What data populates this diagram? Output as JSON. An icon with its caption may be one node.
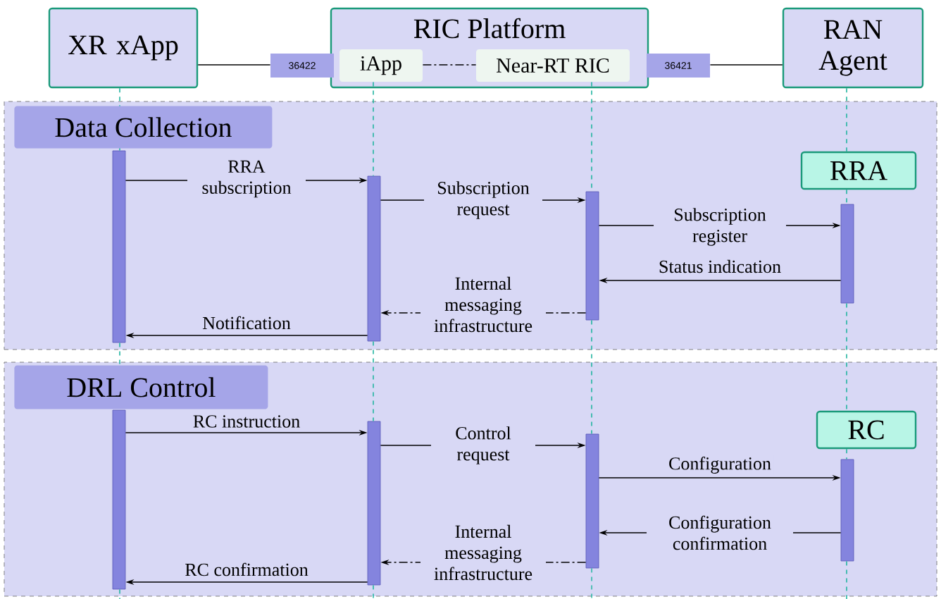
{
  "diagram": {
    "nodes": [
      {
        "text": [
          "XR xApp"
        ]
      },
      {
        "text": [
          "RIC Platform"
        ]
      },
      {
        "text": [
          "36422"
        ]
      },
      {
        "text": [
          "iApp"
        ],
        "in": 1
      },
      {
        "text": [
          "Near-RT RIC"
        ],
        "in": 1
      },
      {
        "text": [
          "36421"
        ]
      },
      {
        "text": [
          "RAN Agent"
        ]
      },
      {
        "text": [
          "Data Collection"
        ]
      },
      {
        "text": [
          "RRA"
        ],
        "in": 7
      },
      {
        "text": [],
        "shape": "bar",
        "in": 7
      },
      {
        "text": [],
        "shape": "bar",
        "in": 7
      },
      {
        "text": [],
        "shape": "bar",
        "in": 7
      },
      {
        "text": [],
        "shape": "bar",
        "in": 7
      },
      {
        "text": [
          "DRL Control"
        ]
      },
      {
        "text": [
          "RC"
        ],
        "in": 13
      },
      {
        "text": [],
        "shape": "bar",
        "in": 13
      },
      {
        "text": [],
        "shape": "bar",
        "in": 13
      },
      {
        "text": [],
        "shape": "bar",
        "in": 13
      },
      {
        "text": [],
        "shape": "bar",
        "in": 13
      }
    ],
    "edges": [
      {
        "from": 0,
        "to": 2,
        "arrow": "none"
      },
      {
        "from": 3,
        "to": 4,
        "arrow": "none",
        "style": "dashed"
      },
      {
        "from": 5,
        "to": 6,
        "arrow": "none"
      },
      {
        "from": 9,
        "to": 10,
        "arrow": "to",
        "label": "RRA subscription"
      },
      {
        "from": 10,
        "to": 11,
        "arrow": "to",
        "label": "Subscription request"
      },
      {
        "from": 11,
        "to": 12,
        "arrow": "to",
        "label": "Subscription register"
      },
      {
        "from": 12,
        "to": 11,
        "arrow": "to",
        "label": "Status indication"
      },
      {
        "from": 11,
        "to": 10,
        "arrow": "to",
        "label": "Internal messaging infrastructure",
        "style": "dashed"
      },
      {
        "from": 10,
        "to": 9,
        "arrow": "to",
        "label": "Notification"
      },
      {
        "from": 15,
        "to": 16,
        "arrow": "to",
        "label": "RC instruction"
      },
      {
        "from": 16,
        "to": 17,
        "arrow": "to",
        "label": "Control request"
      },
      {
        "from": 17,
        "to": 18,
        "arrow": "to",
        "label": "Configuration"
      },
      {
        "from": 18,
        "to": 17,
        "arrow": "to",
        "label": "Configuration confirmation"
      },
      {
        "from": 17,
        "to": 16,
        "arrow": "to",
        "label": "Internal messaging infrastructure",
        "style": "dashed"
      },
      {
        "from": 16,
        "to": 15,
        "arrow": "to",
        "label": "RC confirmation"
      },
      {
        "from": 0,
        "to": 9,
        "arrow": "none",
        "style": "dashed",
        "color": "#22b5a0"
      },
      {
        "from": 9,
        "to": 15,
        "arrow": "none",
        "style": "dashed",
        "color": "#22b5a0"
      },
      {
        "from": 15,
        "to": null,
        "arrow": "none",
        "style": "dashed",
        "color": "#22b5a0"
      },
      {
        "from": 3,
        "to": 10,
        "arrow": "none",
        "style": "dashed",
        "color": "#22b5a0"
      },
      {
        "from": 10,
        "to": 16,
        "arrow": "none",
        "style": "dashed",
        "color": "#22b5a0"
      },
      {
        "from": 16,
        "to": null,
        "arrow": "none",
        "style": "dashed",
        "color": "#22b5a0"
      },
      {
        "from": 4,
        "to": 11,
        "arrow": "none",
        "style": "dashed",
        "color": "#22b5a0"
      },
      {
        "from": 11,
        "to": 17,
        "arrow": "none",
        "style": "dashed",
        "color": "#22b5a0"
      },
      {
        "from": 17,
        "to": null,
        "arrow": "none",
        "style": "dashed",
        "color": "#22b5a0"
      },
      {
        "from": 6,
        "to": 8,
        "arrow": "none",
        "style": "dashed",
        "color": "#22b5a0"
      },
      {
        "from": 8,
        "to": 12,
        "arrow": "none",
        "style": "dashed",
        "color": "#22b5a0"
      },
      {
        "from": 12,
        "to": 14,
        "arrow": "none",
        "style": "dashed",
        "color": "#22b5a0"
      },
      {
        "from": 14,
        "to": 18,
        "arrow": "none",
        "style": "dashed",
        "color": "#22b5a0"
      },
      {
        "from": 18,
        "to": null,
        "arrow": "none",
        "style": "dashed",
        "color": "#22b5a0"
      }
    ]
  }
}
